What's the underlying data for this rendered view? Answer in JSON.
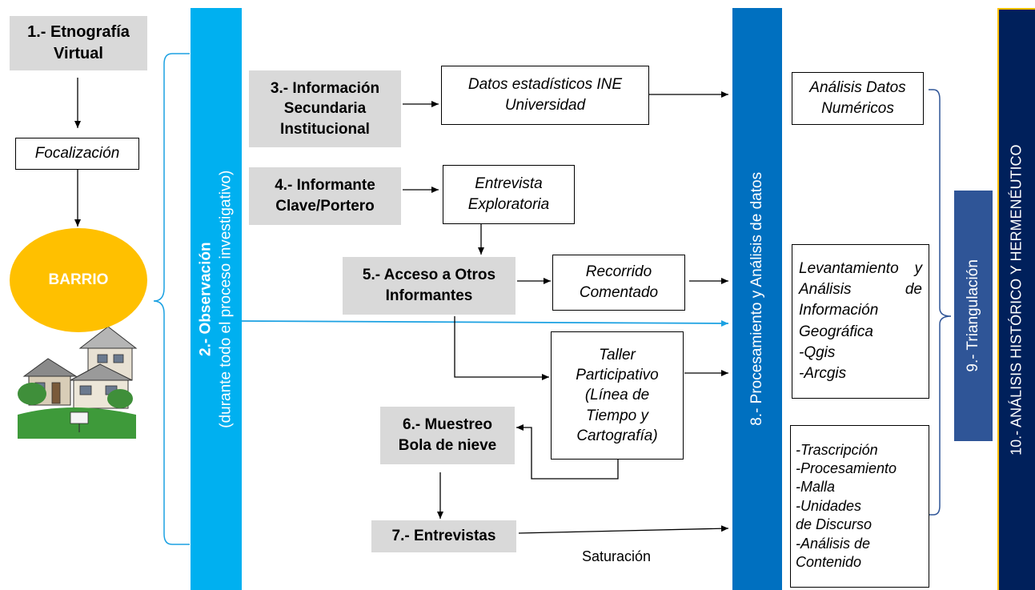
{
  "steps": {
    "etnografia": "1.- Etnografía\nVirtual",
    "focalizacion": "Focalización",
    "barrio": "BARRIO",
    "observacion_title": "2.- Observación",
    "observacion_sub": "(durante todo el proceso investigativo)",
    "info_secundaria": "3.- Información\nSecundaria\nInstitucional",
    "datos_ine": "Datos estadísticos INE\nUniversidad",
    "informante_clave": "4.- Informante\nClave/Portero",
    "entrevista_exploratoria": "Entrevista\nExploratoria",
    "acceso_informantes": "5.- Acceso a Otros\nInformantes",
    "recorrido_comentado": "Recorrido\nComentado",
    "taller_participativo": "Taller\nParticipativo\n(Línea de\nTiempo y\nCartografía)",
    "muestreo": "6.- Muestreo\nBola de nieve",
    "entrevistas": "7.- Entrevistas",
    "saturacion": "Saturación",
    "procesamiento": "8.- Procesamiento y Análisis de datos",
    "analisis_numericos": "Análisis Datos\nNuméricos",
    "levantamiento": "Levantamiento y Análisis de Información Geográfica",
    "qgis": "-Qgis",
    "arcgis": "-Arcgis",
    "discurso_items": "-Trascripción\n-Procesamiento\n-Malla\n-Unidades\nde Discurso\n-Análisis de\nContenido",
    "triangulacion": "9.- Triangulación",
    "hermeneutico": "10.- ANÁLISIS HISTÓRICO Y HERMENÉUTICO"
  },
  "colors": {
    "gray_box": "#d9d9d9",
    "observacion_bar": "#00b0f0",
    "procesamiento_bar": "#0070c0",
    "triangulacion_bar": "#2f5597",
    "hermeneutico_bar": "#00205b",
    "hermeneutico_border": "#ffc000",
    "barrio_fill": "#ffc000",
    "cyan_line": "#1ba1e2",
    "bracket_blue": "#2f5597"
  }
}
